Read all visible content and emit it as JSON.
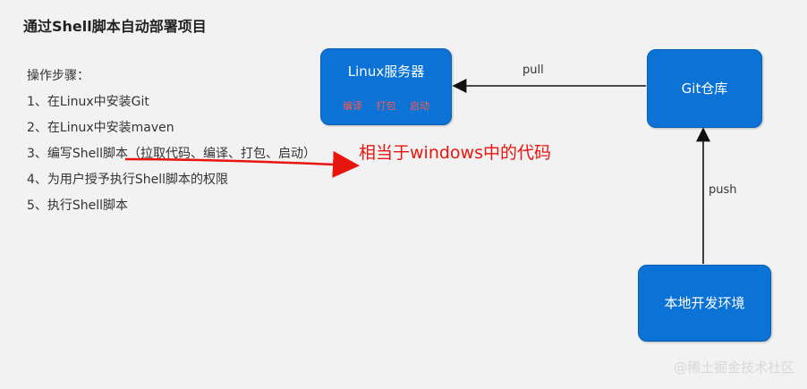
{
  "title": "通过Shell脚本自动部署项目",
  "steps": {
    "heading": "操作步骤：",
    "items": [
      "1、在Linux中安装Git",
      "2、在Linux中安装maven",
      "3、编写Shell脚本（拉取代码、编译、打包、启动）",
      "4、为用户授予执行Shell脚本的权限",
      "5、执行Shell脚本"
    ]
  },
  "nodes": {
    "linux": {
      "label": "Linux服务器",
      "sub_labels": [
        "编译",
        "打包",
        "启动"
      ]
    },
    "git": {
      "label": "Git仓库"
    },
    "local": {
      "label": "本地开发环境"
    }
  },
  "edges": {
    "pull": "pull",
    "push": "push"
  },
  "annotation": "相当于windows中的代码",
  "watermark": "@稀土掘金技术社区",
  "colors": {
    "node_fill": "#0b73d6",
    "annotation": "#e8150f",
    "sub_labels": "#ff5a4a"
  }
}
